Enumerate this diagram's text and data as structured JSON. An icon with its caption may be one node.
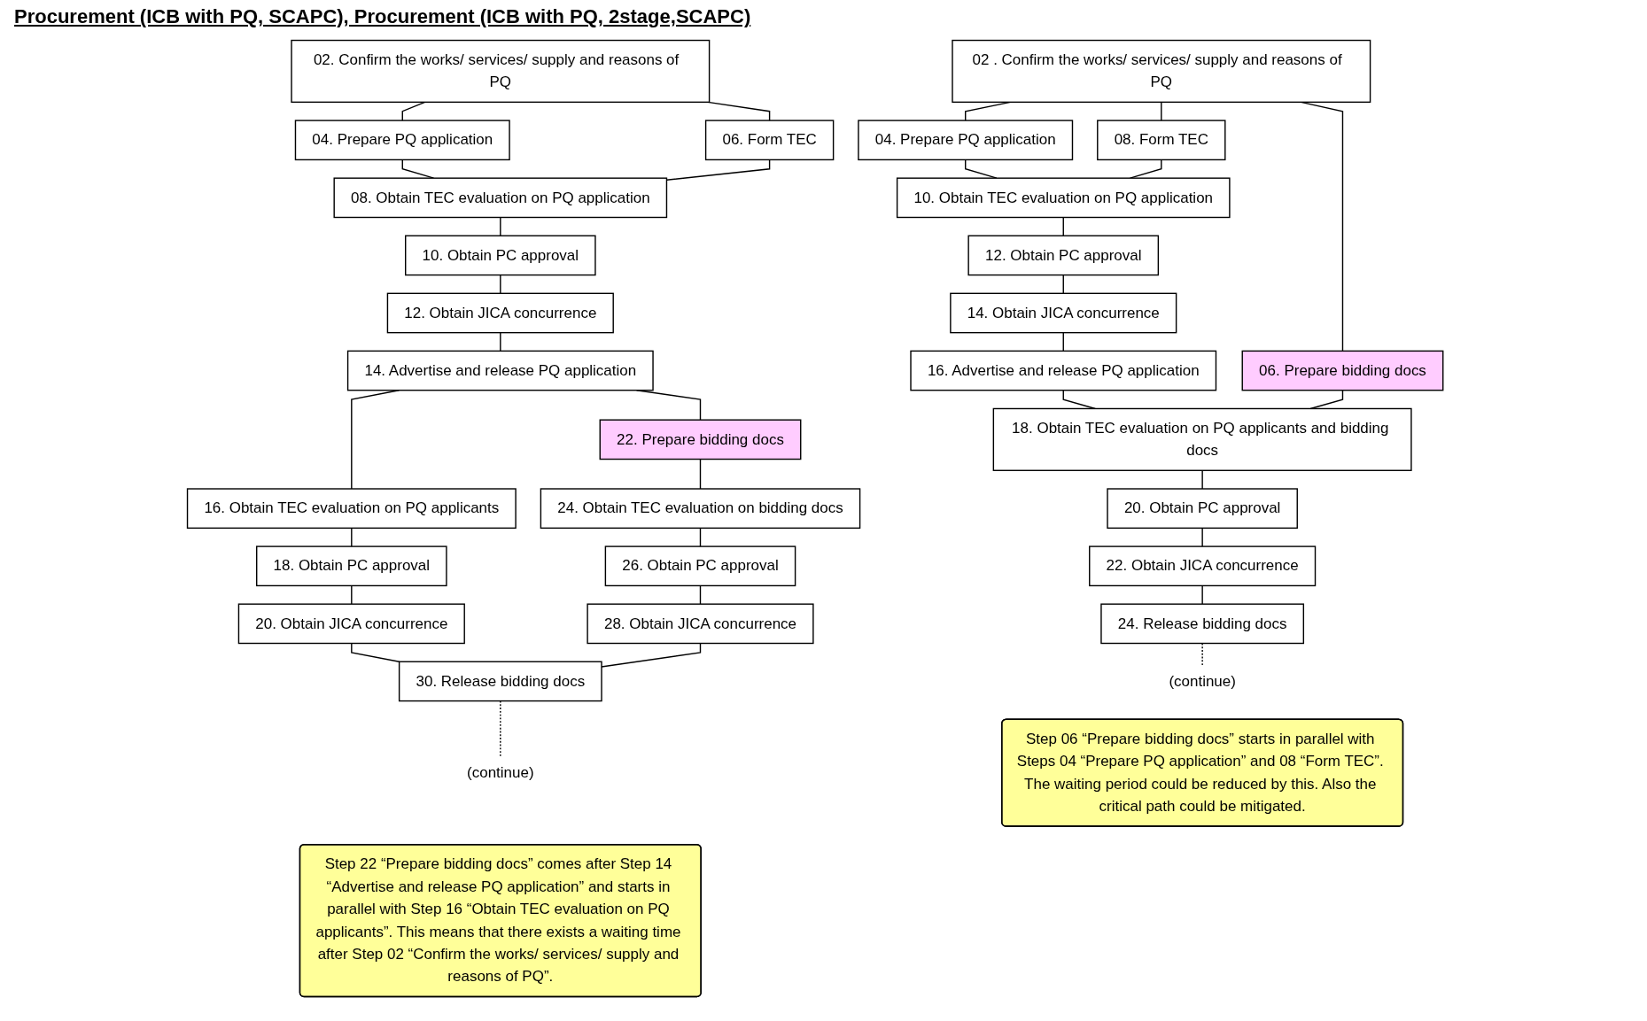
{
  "diagram": {
    "title": "Procurement (ICB with PQ, SCAPC), Procurement (ICB with PQ, 2stage,SCAPC)",
    "nodes": [
      {
        "text": [
          "02. Confirm the works/ services/ supply and reasons of  PQ"
        ]
      },
      {
        "text": [
          "04. Prepare PQ application"
        ]
      },
      {
        "text": [
          "06. Form TEC"
        ]
      },
      {
        "text": [
          "08. Obtain TEC evaluation on PQ application"
        ]
      },
      {
        "text": [
          "10. Obtain PC approval"
        ]
      },
      {
        "text": [
          "12. Obtain JICA concurrence"
        ]
      },
      {
        "text": [
          "14. Advertise and release PQ application"
        ]
      },
      {
        "text": [
          "16. Obtain TEC evaluation on PQ applicants"
        ]
      },
      {
        "text": [
          "22. Prepare bidding docs"
        ]
      },
      {
        "text": [
          "24. Obtain TEC evaluation on bidding docs"
        ]
      },
      {
        "text": [
          "18. Obtain PC approval"
        ]
      },
      {
        "text": [
          "26. Obtain PC approval"
        ]
      },
      {
        "text": [
          "20. Obtain JICA concurrence"
        ]
      },
      {
        "text": [
          "28. Obtain JICA concurrence"
        ]
      },
      {
        "text": [
          "30. Release bidding docs"
        ]
      },
      {
        "text": [
          "(continue)"
        ]
      },
      {
        "text": [
          "Step 22 “Prepare bidding docs” comes after Step 14 “Advertise and release PQ application” and starts in parallel with Step 16 “Obtain TEC evaluation on PQ applicants”. This means that there exists a waiting time after Step 02 “Confirm the works/ services/ supply and reasons of PQ”."
        ]
      },
      {
        "text": [
          "02 . Confirm the works/ services/ supply and reasons of  PQ"
        ]
      },
      {
        "text": [
          "04. Prepare PQ application"
        ]
      },
      {
        "text": [
          "08. Form TEC"
        ]
      },
      {
        "text": [
          "06. Prepare bidding docs"
        ]
      },
      {
        "text": [
          "10. Obtain TEC evaluation on PQ application"
        ]
      },
      {
        "text": [
          "12. Obtain PC approval"
        ]
      },
      {
        "text": [
          "14. Obtain JICA concurrence"
        ]
      },
      {
        "text": [
          "16. Advertise and release PQ application"
        ]
      },
      {
        "text": [
          "18. Obtain TEC evaluation on PQ applicants and bidding docs"
        ]
      },
      {
        "text": [
          "20. Obtain PC approval"
        ]
      },
      {
        "text": [
          "22. Obtain JICA concurrence"
        ]
      },
      {
        "text": [
          "24. Release bidding docs"
        ]
      },
      {
        "text": [
          "(continue)"
        ]
      },
      {
        "text": [
          "Step 06 “Prepare bidding docs” starts in parallel with Steps 04 “Prepare PQ application” and 08 “Form TEC”. The waiting period could be reduced by this. Also the critical path could be mitigated."
        ]
      }
    ],
    "edges": [
      {
        "from": 0,
        "to": 1,
        "arrow": "none"
      },
      {
        "from": 0,
        "to": 2,
        "arrow": "none"
      },
      {
        "from": 1,
        "to": 3,
        "arrow": "none"
      },
      {
        "from": 2,
        "to": 3,
        "arrow": "none"
      },
      {
        "from": 3,
        "to": 4,
        "arrow": "none"
      },
      {
        "from": 4,
        "to": 5,
        "arrow": "none"
      },
      {
        "from": 5,
        "to": 6,
        "arrow": "none"
      },
      {
        "from": 6,
        "to": 7,
        "arrow": "none"
      },
      {
        "from": 6,
        "to": 8,
        "arrow": "none"
      },
      {
        "from": 8,
        "to": 9,
        "arrow": "none"
      },
      {
        "from": 7,
        "to": 10,
        "arrow": "none"
      },
      {
        "from": 9,
        "to": 11,
        "arrow": "none"
      },
      {
        "from": 10,
        "to": 12,
        "arrow": "none"
      },
      {
        "from": 11,
        "to": 13,
        "arrow": "none"
      },
      {
        "from": 12,
        "to": 14,
        "arrow": "none"
      },
      {
        "from": 13,
        "to": 14,
        "arrow": "none"
      },
      {
        "from": 14,
        "to": 15,
        "arrow": "none",
        "style": "dashed"
      },
      {
        "from": 17,
        "to": 18,
        "arrow": "none"
      },
      {
        "from": 17,
        "to": 19,
        "arrow": "none"
      },
      {
        "from": 17,
        "to": 20,
        "arrow": "none"
      },
      {
        "from": 18,
        "to": 21,
        "arrow": "none"
      },
      {
        "from": 19,
        "to": 21,
        "arrow": "none"
      },
      {
        "from": 21,
        "to": 22,
        "arrow": "none"
      },
      {
        "from": 22,
        "to": 23,
        "arrow": "none"
      },
      {
        "from": 23,
        "to": 24,
        "arrow": "none"
      },
      {
        "from": 24,
        "to": 25,
        "arrow": "none"
      },
      {
        "from": 20,
        "to": 25,
        "arrow": "none"
      },
      {
        "from": 25,
        "to": 26,
        "arrow": "none"
      },
      {
        "from": 26,
        "to": 27,
        "arrow": "none"
      },
      {
        "from": 27,
        "to": 28,
        "arrow": "none"
      },
      {
        "from": 28,
        "to": 29,
        "arrow": "none",
        "style": "dashed"
      }
    ]
  }
}
